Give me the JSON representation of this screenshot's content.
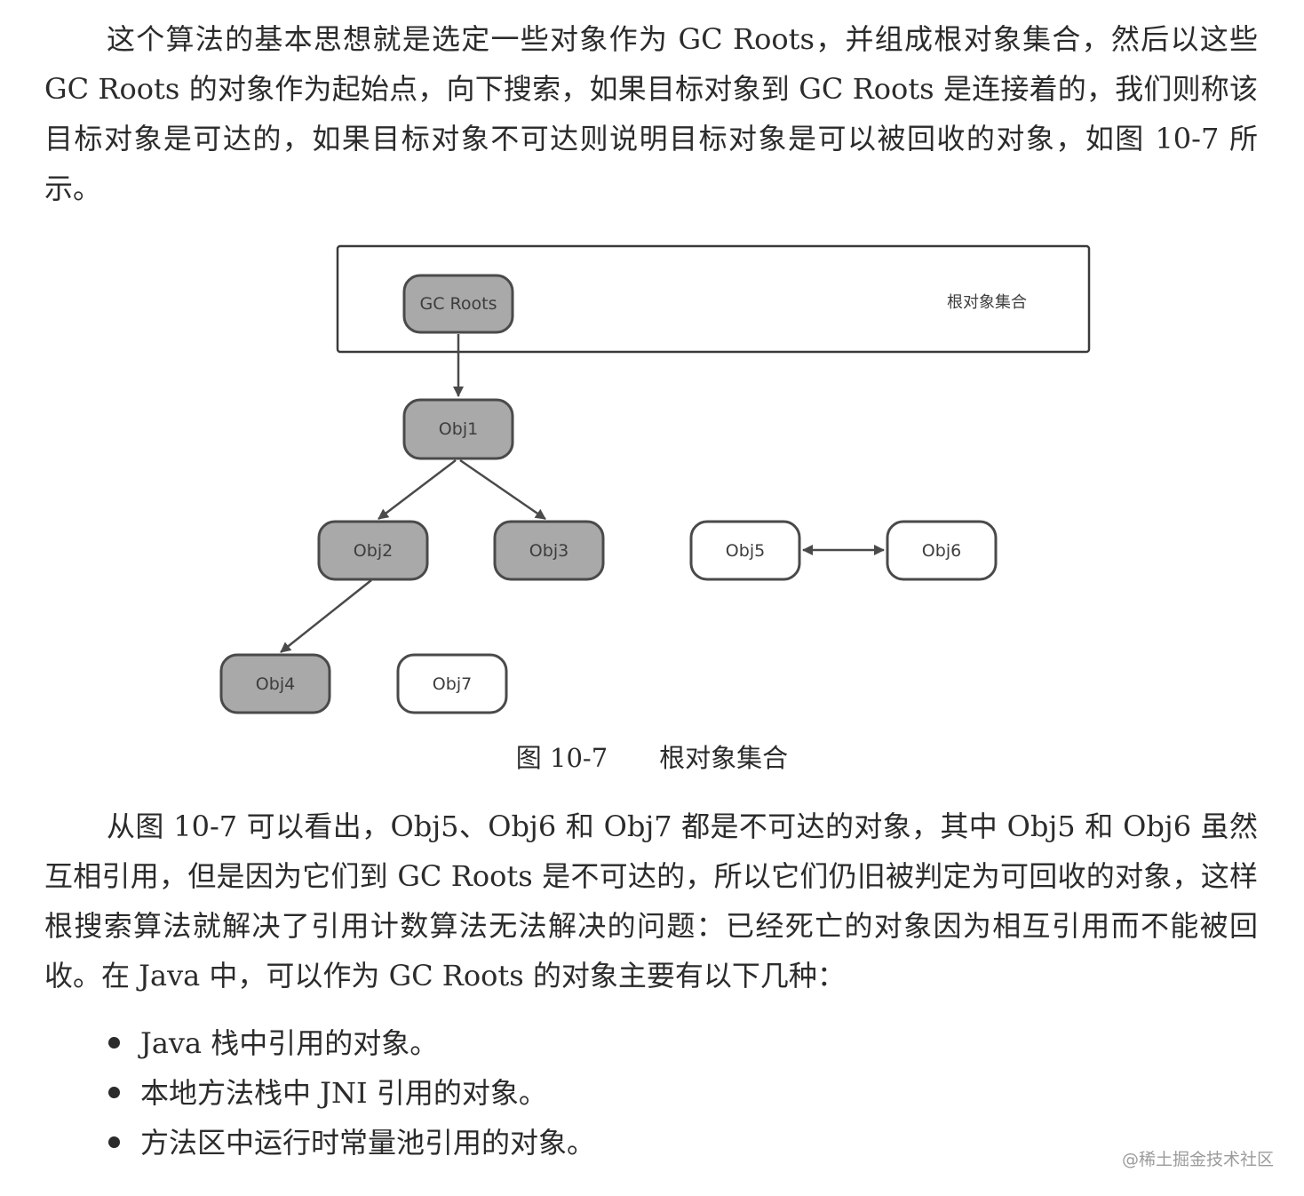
{
  "paragraph_1": "这个算法的基本思想就是选定一些对象作为 GC Roots，并组成根对象集合，然后以这些 GC Roots 的对象作为起始点，向下搜索，如果目标对象到 GC Roots 是连接着的，我们则称该目标对象是可达的，如果目标对象不可达则说明目标对象是可以被回收的对象，如图 10-7 所示。",
  "figure": {
    "frame_label": "根对象集合",
    "nodes": {
      "gc_roots": "GC Roots",
      "obj1": "Obj1",
      "obj2": "Obj2",
      "obj3": "Obj3",
      "obj4": "Obj4",
      "obj5": "Obj5",
      "obj6": "Obj6",
      "obj7": "Obj7"
    },
    "colors": {
      "reachable_fill": "#a9a9a9",
      "unreachable_fill": "#ffffff",
      "stroke": "#4a4a4a"
    }
  },
  "caption": {
    "number": "图 10-7",
    "title": "根对象集合"
  },
  "paragraph_2": "从图 10-7 可以看出，Obj5、Obj6 和 Obj7 都是不可达的对象，其中 Obj5 和 Obj6 虽然互相引用，但是因为它们到 GC Roots 是不可达的，所以它们仍旧被判定为可回收的对象，这样根搜索算法就解决了引用计数算法无法解决的问题：已经死亡的对象因为相互引用而不能被回收。在 Java 中，可以作为 GC Roots 的对象主要有以下几种：",
  "bullets": [
    "Java 栈中引用的对象。",
    "本地方法栈中 JNI 引用的对象。",
    "方法区中运行时常量池引用的对象。"
  ],
  "watermark": "@稀土掘金技术社区"
}
